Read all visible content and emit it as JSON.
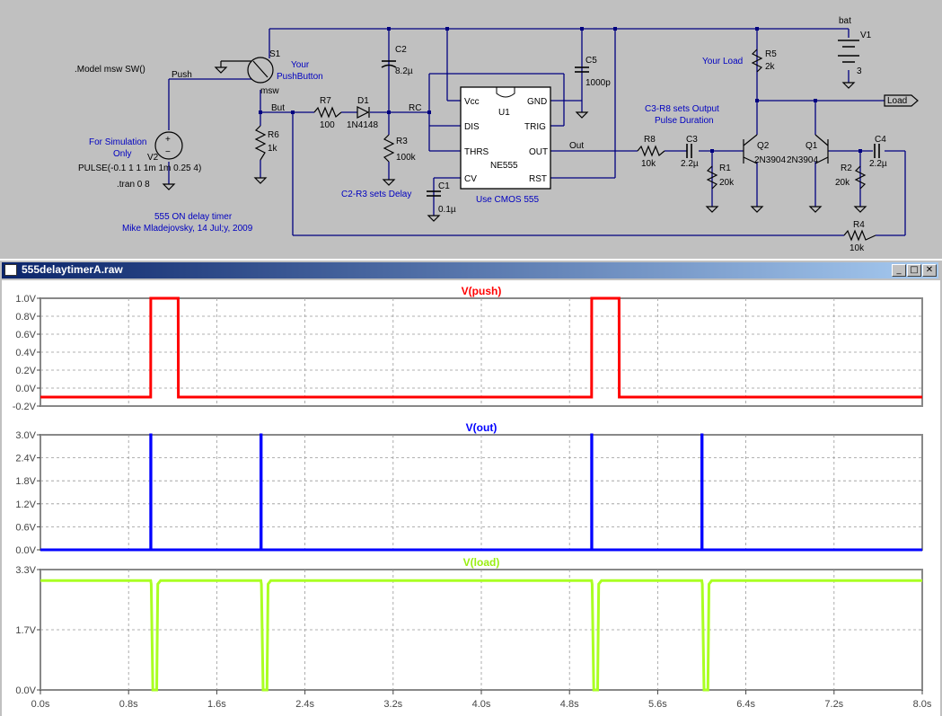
{
  "schematic": {
    "labels": {
      "model": ".Model msw SW()",
      "push": "Push",
      "s1": "S1",
      "your_pushbutton_1": "Your",
      "your_pushbutton_2": "PushButton",
      "msw": "msw",
      "but": "But",
      "v2": "V2",
      "for_sim_1": "For Simulation",
      "for_sim_2": "Only",
      "pulse": "PULSE(-0.1 1 1 1m 1m 0.25 4)",
      "tran": ".tran 0 8",
      "r6": "R6",
      "r6_val": "1k",
      "r7": "R7",
      "r7_val": "100",
      "d1": "D1",
      "d1_val": "1N4148",
      "c2": "C2",
      "c2_val": "8.2µ",
      "rc": "RC",
      "r3": "R3",
      "r3_val": "100k",
      "c2r3_note": "C2-R3 sets Delay",
      "c1": "C1",
      "c1_val": "0.1µ",
      "u1": "U1",
      "vcc": "Vcc",
      "gnd": "GND",
      "dis": "DIS",
      "trig": "TRIG",
      "thrs": "THRS",
      "out_pin": "OUT",
      "cv": "CV",
      "rst": "RST",
      "ne555": "NE555",
      "cmos_note": "Use CMOS 555",
      "c5": "C5",
      "c5_val": "1000p",
      "out_net": "Out",
      "r8": "R8",
      "r8_val": "10k",
      "c3": "C3",
      "c3_val": "2.2µ",
      "r1": "R1",
      "r1_val": "20k",
      "q2": "Q2",
      "q2_val": "2N3904",
      "q1": "Q1",
      "q1_val": "2N3904",
      "r2": "R2",
      "r2_val": "20k",
      "c4": "C4",
      "c4_val": "2.2µ",
      "r4": "R4",
      "r4_val": "10k",
      "r5": "R5",
      "r5_val": "2k",
      "your_load": "Your Load",
      "c3r8_note_1": "C3-R8 sets Output",
      "c3r8_note_2": "Pulse Duration",
      "bat": "bat",
      "v1": "V1",
      "v1_val": "3",
      "load_net": "Load",
      "credit_1": "555 ON delay timer",
      "credit_2": "Mike Mladejovsky, 14 Jul;y, 2009"
    }
  },
  "waveform_window": {
    "title": "555delaytimerA.raw",
    "buttons": {
      "minimize": "_",
      "maximize": "□",
      "close": "✕"
    }
  },
  "chart_data": [
    {
      "type": "line",
      "title": "V(push)",
      "color": "#ff0000",
      "xlim": [
        0,
        8
      ],
      "ylim": [
        -0.2,
        1.0
      ],
      "yticks": [
        "1.0V",
        "0.8V",
        "0.6V",
        "0.4V",
        "0.2V",
        "0.0V",
        "-0.2V"
      ],
      "series": [
        {
          "x": [
            0,
            1.0,
            1.001,
            1.25,
            1.251,
            5.0,
            5.001,
            5.25,
            5.251,
            8.0
          ],
          "y": [
            -0.1,
            -0.1,
            1.0,
            1.0,
            -0.1,
            -0.1,
            1.0,
            1.0,
            -0.1,
            -0.1
          ]
        }
      ]
    },
    {
      "type": "line",
      "title": "V(out)",
      "color": "#0000ff",
      "xlim": [
        0,
        8
      ],
      "ylim": [
        0,
        3.0
      ],
      "yticks": [
        "3.0V",
        "2.4V",
        "1.8V",
        "1.2V",
        "0.6V",
        "0.0V"
      ],
      "series": [
        {
          "x": [
            0,
            1.0,
            1.0,
            1.0,
            1.0,
            2.0,
            2.0,
            2.0,
            2.0,
            5.0,
            5.0,
            5.0,
            5.0,
            6.0,
            6.0,
            6.0,
            6.0,
            8.0
          ],
          "y": [
            0,
            0,
            3.0,
            3.0,
            0,
            0,
            3.0,
            3.0,
            0,
            0,
            3.0,
            3.0,
            0,
            0,
            3.0,
            3.0,
            0,
            0
          ]
        }
      ]
    },
    {
      "type": "line",
      "title": "V(load)",
      "color": "#aaff22",
      "xlim": [
        0,
        8
      ],
      "ylim": [
        0,
        3.3
      ],
      "yticks": [
        "3.3V",
        "1.7V",
        "0.0V"
      ],
      "series": [
        {
          "x": [
            0,
            1.0,
            1.02,
            1.05,
            1.06,
            1.08,
            8
          ],
          "y": [
            3.0,
            3.0,
            0,
            0,
            2.9,
            3.0,
            3.0
          ]
        }
      ],
      "dips": [
        1.0,
        2.0,
        5.0,
        6.0
      ]
    }
  ],
  "x_axis": {
    "ticks": [
      "0.0s",
      "0.8s",
      "1.6s",
      "2.4s",
      "3.2s",
      "4.0s",
      "4.8s",
      "5.6s",
      "6.4s",
      "7.2s",
      "8.0s"
    ]
  }
}
